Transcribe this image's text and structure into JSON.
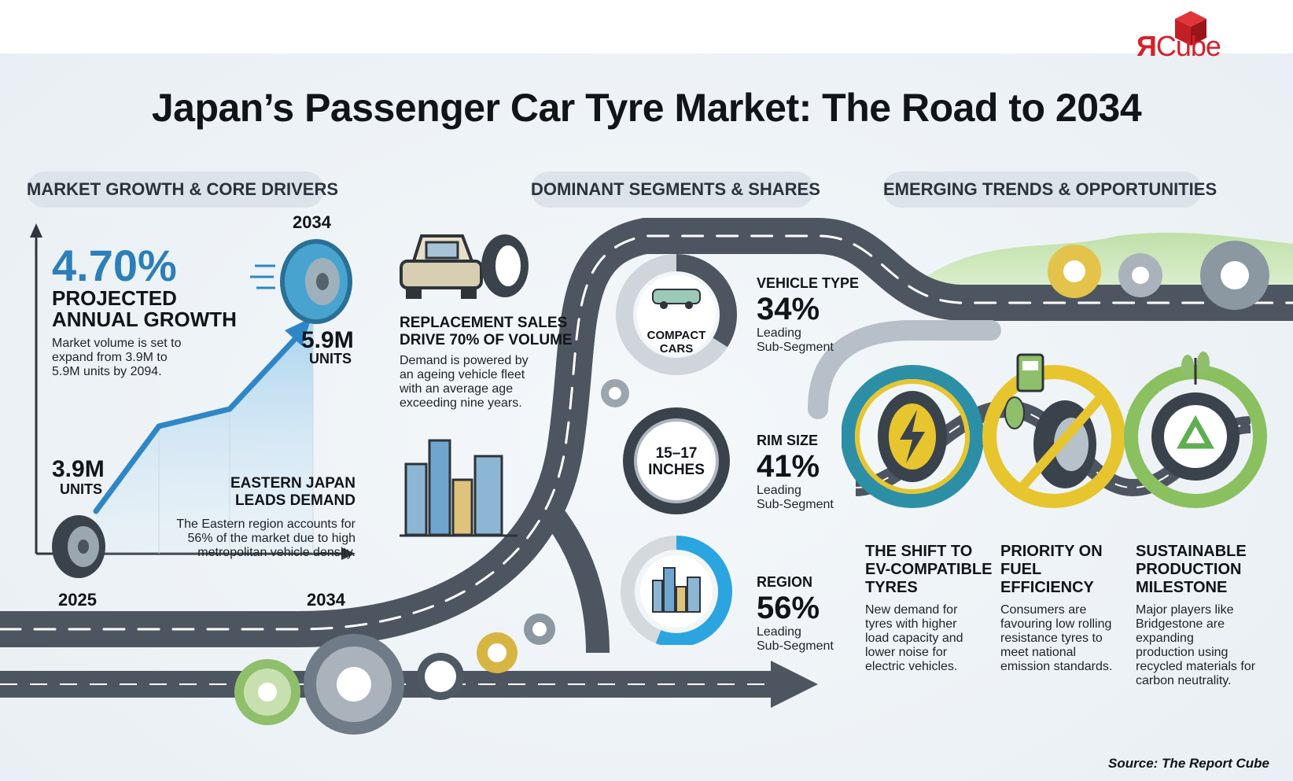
{
  "brand": {
    "logo_r": "Я",
    "logo_text": "Cube"
  },
  "title": "Japan’s Passenger Car Tyre Market: The Road to 2034",
  "sections": {
    "growth": "MARKET GROWTH & CORE DRIVERS",
    "segments": "DOMINANT SEGMENTS & SHARES",
    "trends": "EMERGING TRENDS & OPPORTUNITIES"
  },
  "growth": {
    "rate": "4.70%",
    "rate_label_1": "PROJECTED",
    "rate_label_2": "ANNUAL GROWTH",
    "desc": [
      "Market volume is set to",
      "expand from 3.9M to",
      "5.9M units by 2094."
    ],
    "start_year": "2025",
    "end_year": "2034",
    "end_year_top": "2034",
    "start_value": "3.9M",
    "start_unit": "UNITS",
    "end_value": "5.9M",
    "end_unit": "UNITS"
  },
  "replacement": {
    "title_1": "REPLACEMENT SALES",
    "title_2": "DRIVE 70% OF VOLUME",
    "desc": [
      "Demand is powered by",
      "an ageing vehicle fleet",
      "with an average age",
      "exceeding nine years."
    ]
  },
  "eastern": {
    "title_1": "EASTERN JAPAN",
    "title_2": "LEADS DEMAND",
    "desc": [
      "The Eastern region accounts for",
      "56% of the market due to high",
      "metropolitan vehicle density."
    ]
  },
  "segments": [
    {
      "category": "VEHICLE TYPE",
      "value": "34%",
      "percent": 34,
      "leader": [
        "Leading",
        "Sub-Segment"
      ],
      "inner": [
        "COMPACT",
        "CARS"
      ]
    },
    {
      "category": "RIM SIZE",
      "value": "41%",
      "percent": 41,
      "leader": [
        "Leading",
        "Sub-Segment"
      ],
      "inner": [
        "15–17",
        "INCHES"
      ]
    },
    {
      "category": "REGION",
      "value": "56%",
      "percent": 56,
      "leader": [
        "Leading",
        "Sub-Segment"
      ],
      "inner": []
    }
  ],
  "trends": [
    {
      "title": [
        "THE SHIFT TO",
        "EV-COMPATIBLE",
        "TYRES"
      ],
      "desc": [
        "New demand for",
        "tyres with higher",
        "load capacity and",
        "lower noise for",
        "electric vehicles."
      ]
    },
    {
      "title": [
        "PRIORITY ON",
        "FUEL",
        "EFFICIENCY"
      ],
      "desc": [
        "Consumers are",
        "favouring low rolling",
        "resistance tyres to",
        "meet national",
        "emission standards."
      ]
    },
    {
      "title": [
        "SUSTAINABLE",
        "PRODUCTION",
        "MILESTONE"
      ],
      "desc": [
        "Major players like",
        "Bridgestone are",
        "expanding",
        "production using",
        "recycled materials for",
        "carbon neutrality."
      ]
    }
  ],
  "source": "Source: The Report Cube",
  "colors": {
    "accent": "#2f86c6",
    "road": "#4d5660",
    "logo": "#d6202b",
    "ev_ring": "#2d8fa6",
    "fuel_ring": "#e6c52f",
    "eco_ring": "#8ac060"
  }
}
